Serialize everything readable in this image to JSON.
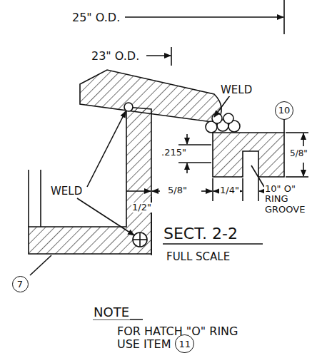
{
  "diagram": {
    "nodes": [
      {
        "text": [
          "10"
        ]
      },
      {
        "text": [
          "7"
        ]
      },
      {
        "text": [
          "11"
        ]
      }
    ],
    "labels": [
      "25\" O.D.",
      "23\" O.D.",
      "WELD",
      ".215\"",
      "5/8\"",
      "WELD",
      "1/2\"",
      "5/8\"",
      "1/4\"",
      "10\" O\" RING GROOVE",
      "SECT. 2-2",
      "FULL SCALE",
      "NOTE",
      "FOR HATCH \"O\" RING USE ITEM"
    ]
  }
}
